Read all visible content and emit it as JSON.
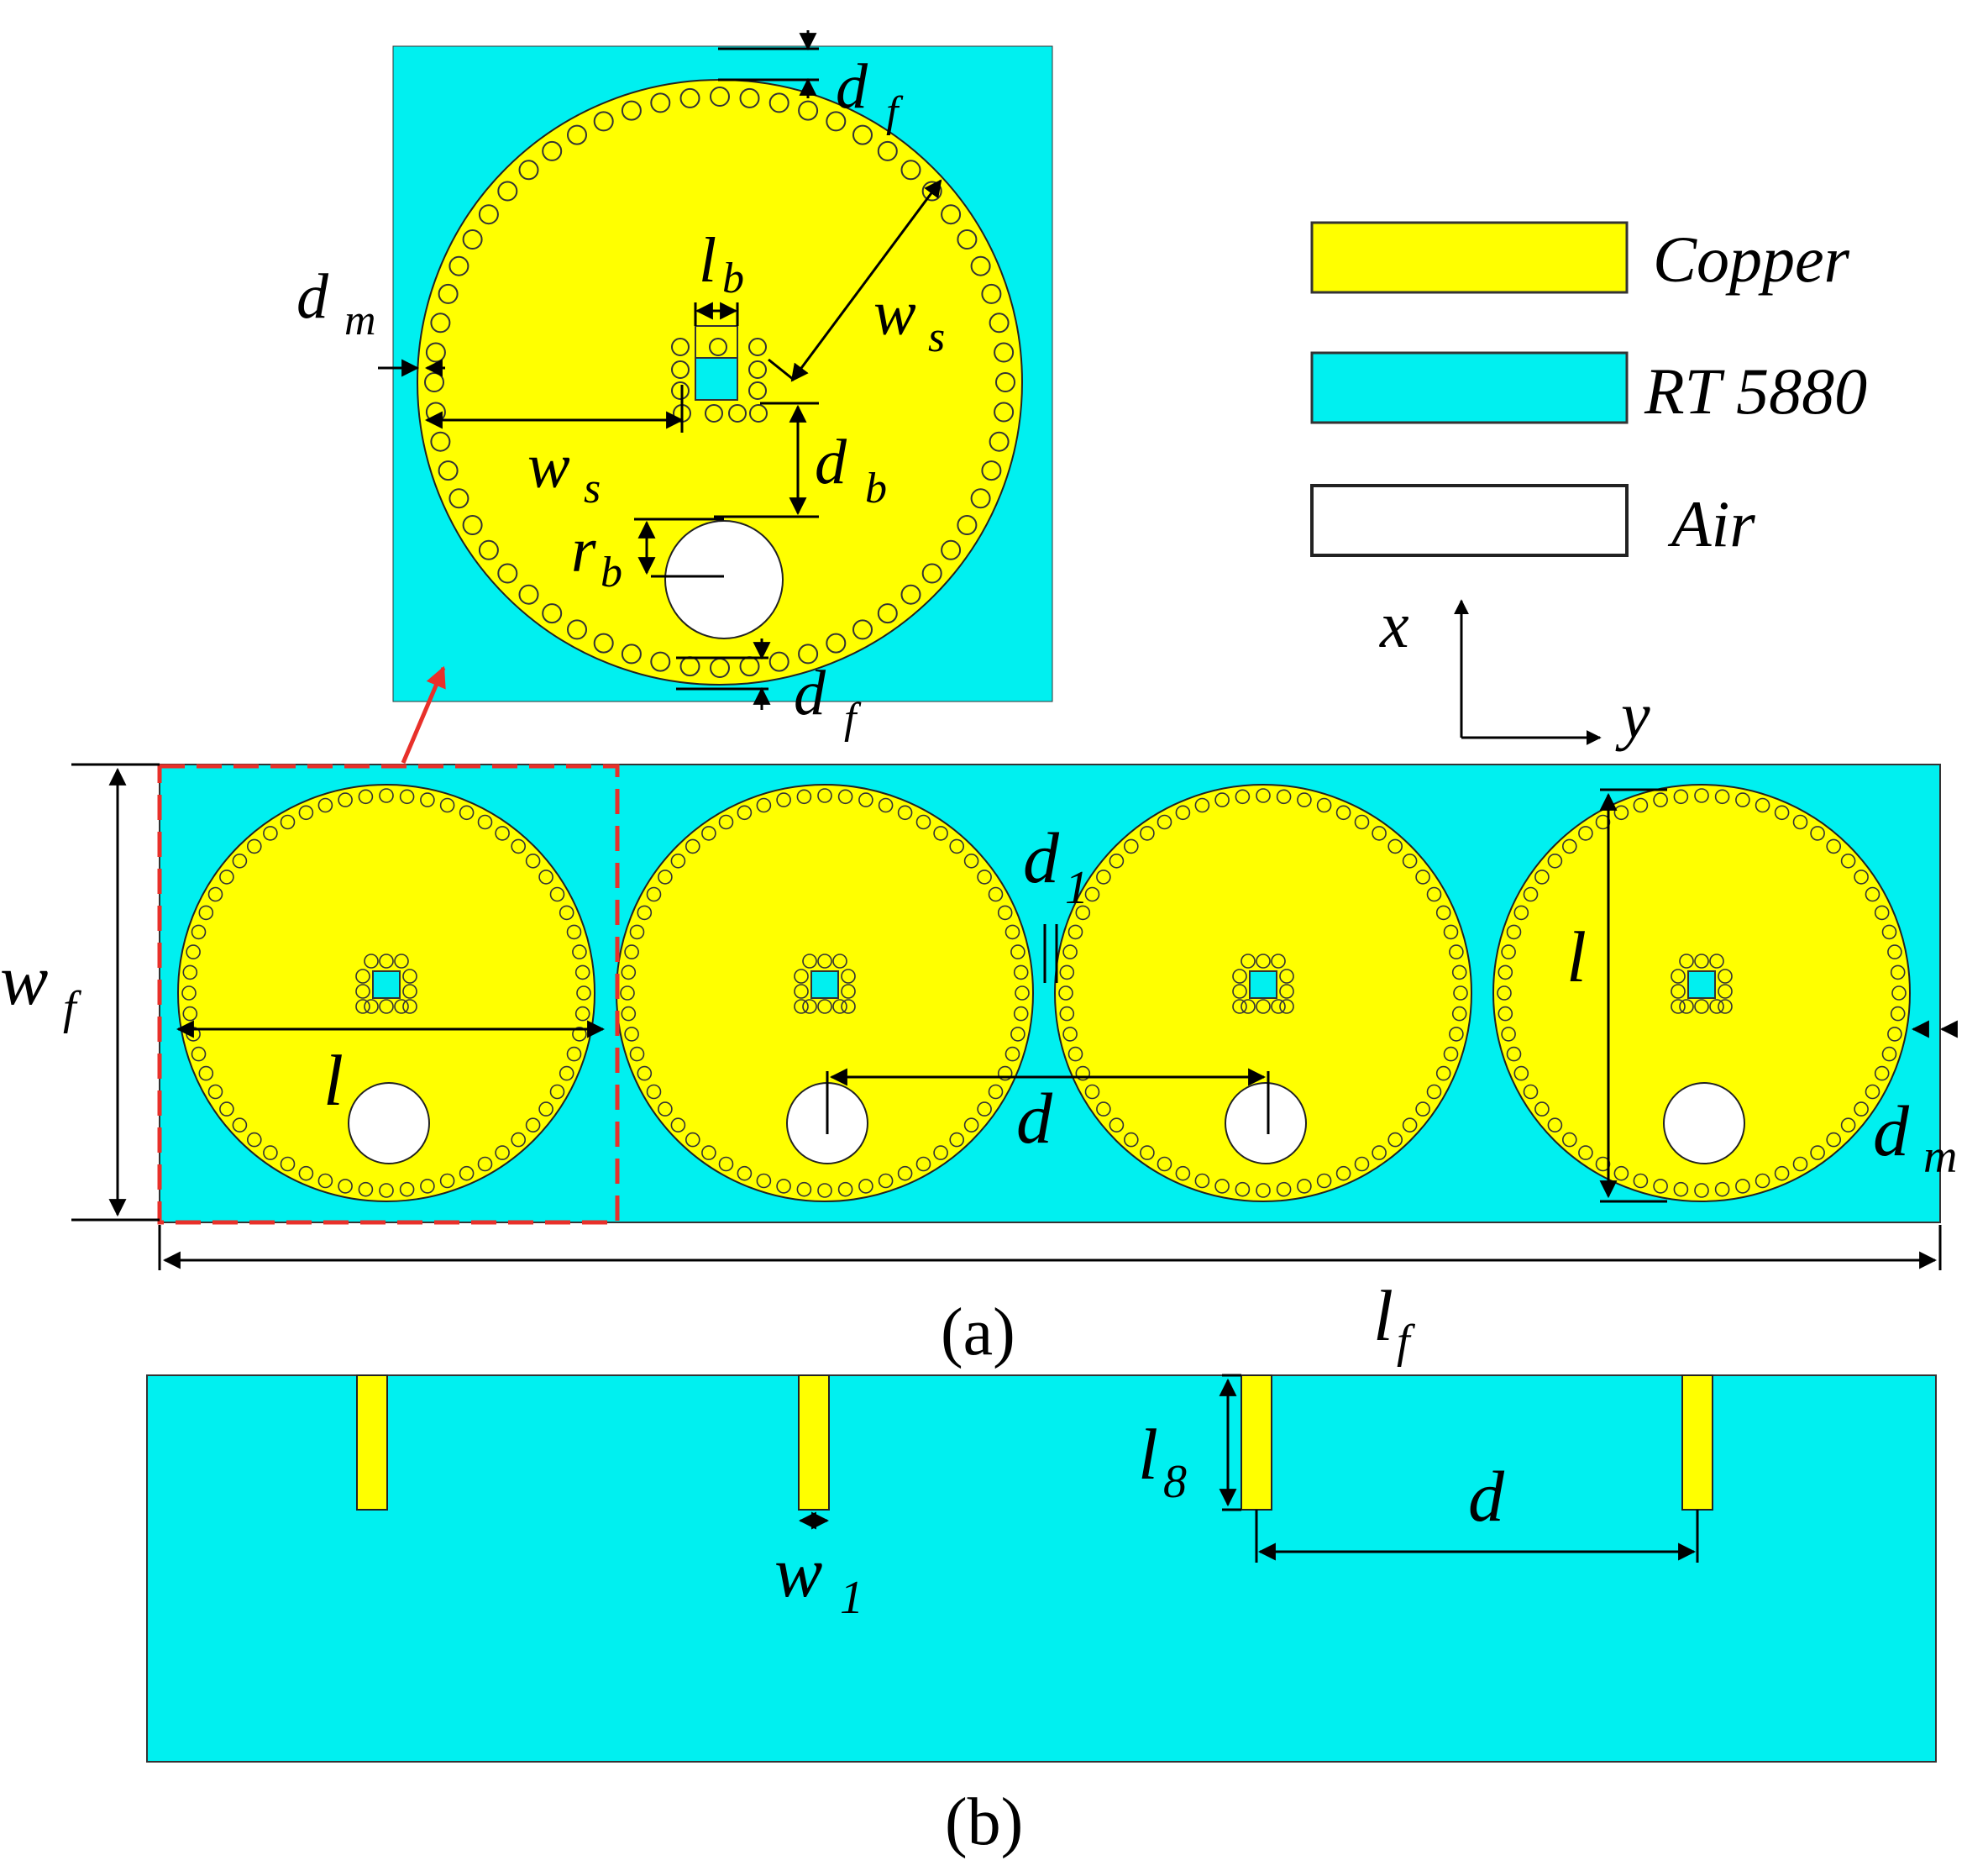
{
  "colors": {
    "copper": "#ffff00",
    "substrate": "#00f0f0",
    "air": "#ffffff",
    "highlight": "#e8302a"
  },
  "legend": {
    "copper": "Copper",
    "rt5880": "RT 5880",
    "air": "Air"
  },
  "axes": {
    "x": "x",
    "y": "y"
  },
  "captions": {
    "a": "(a)",
    "b": "(b)"
  },
  "labels": {
    "d": "d",
    "f": "f",
    "m": "m",
    "l": "l",
    "b": "b",
    "w": "w",
    "s": "s",
    "r": "r",
    "one": "1",
    "eight": "8"
  },
  "resonators": {
    "count": 4,
    "vias_per_ring": 60
  }
}
